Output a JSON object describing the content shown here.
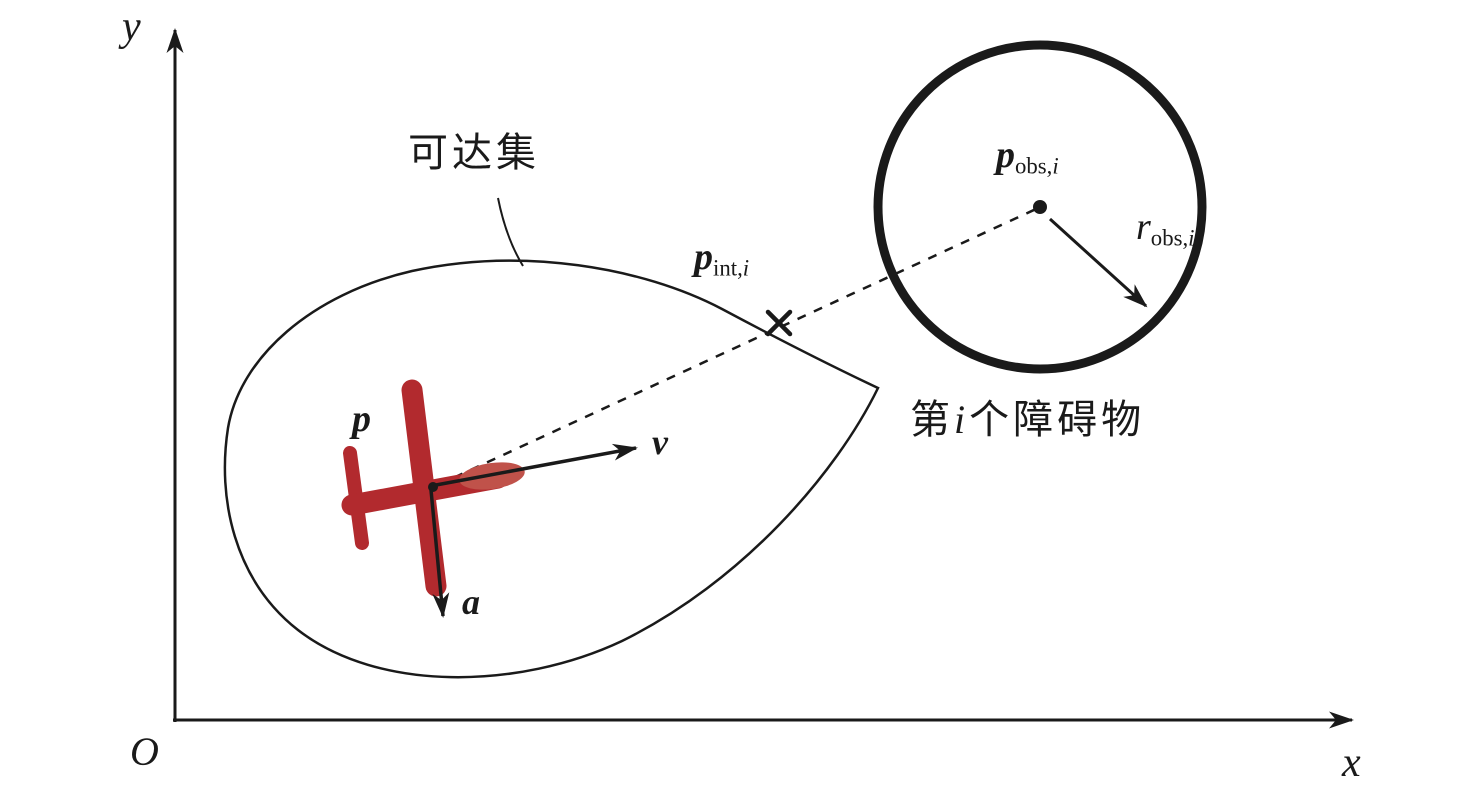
{
  "colors": {
    "stroke": "#1a1a1a",
    "plane": "#b22a2e",
    "plane_nose": "#c0524a",
    "background": "#ffffff"
  },
  "axes": {
    "y_label": "y",
    "x_label": "x",
    "origin_label": "O"
  },
  "labels": {
    "reachable_set": "可达集",
    "obstacle_pre": "第",
    "obstacle_italic": "i",
    "obstacle_post": "个障碍物",
    "position": "p",
    "velocity": "v",
    "acceleration": "a",
    "p_int": {
      "main": "p",
      "sub": "int,",
      "sub_i": "i"
    },
    "p_obs": {
      "main": "p",
      "sub": "obs,",
      "sub_i": "i"
    },
    "r_obs": {
      "main": "r",
      "sub": "obs,",
      "sub_i": "i"
    }
  }
}
